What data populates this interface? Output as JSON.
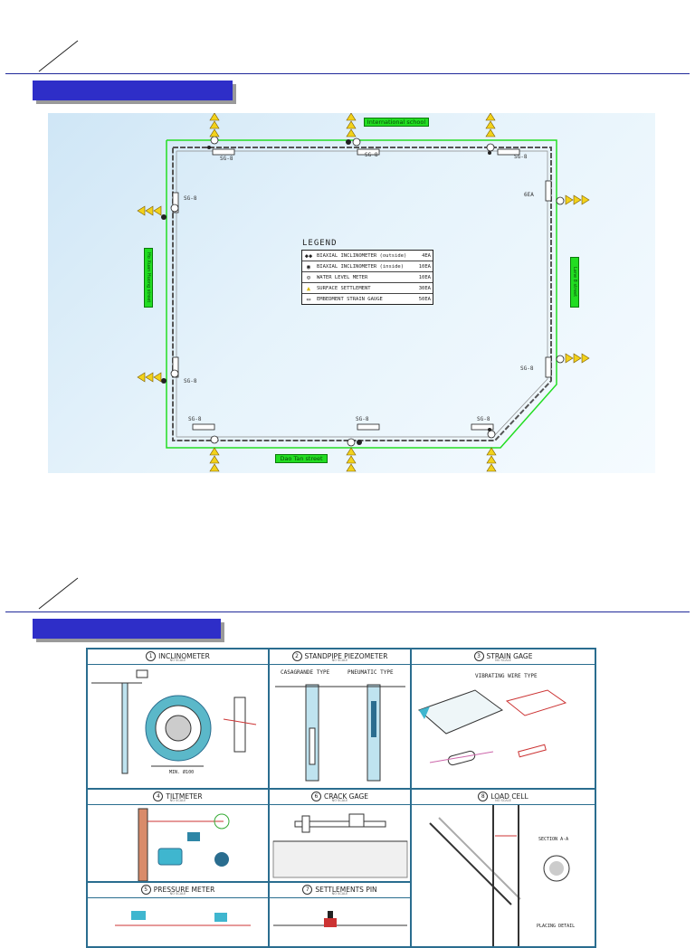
{
  "site_plan": {
    "streets": {
      "north": "International school",
      "south": "Dao Tan street",
      "west": "Ho Xuan Huong street",
      "east": "Lane 8 street"
    },
    "legend": {
      "title": "LEGEND",
      "items": [
        {
          "symbol_icon": "biaxial-inclinometer-icon",
          "name": "BIAXIAL INCLINOMETER (outside)",
          "count": "4EA"
        },
        {
          "symbol_icon": "biaxial-inclinometer-inside-icon",
          "name": "BIAXIAL INCLINOMETER (inside)",
          "count": "10EA"
        },
        {
          "symbol_icon": "water-level-meter-icon",
          "name": "WATER LEVEL METER",
          "count": "10EA"
        },
        {
          "symbol_icon": "surface-settlement-icon",
          "name": "SURFACE SETTLEMENT",
          "count": "30EA"
        },
        {
          "symbol_icon": "embedment-strain-gauge-icon",
          "name": "EMBEDMENT STRAIN GAUGE",
          "count": "50EA"
        }
      ]
    },
    "gauge_tag": "SG-8",
    "side_tag": "6EA"
  },
  "instruments": {
    "cells": [
      {
        "number": "1",
        "title": "INCLINOMETER",
        "sub": "NO SCALE"
      },
      {
        "number": "2",
        "title": "STANDPIPE PIEZOMETER",
        "sub": "NO SCALE"
      },
      {
        "number": "3",
        "title": "STRAIN GAGE",
        "sub": "NO SCALE"
      },
      {
        "number": "4",
        "title": "TILTMETER",
        "sub": "NO SCALE"
      },
      {
        "number": "6",
        "title": "CRACK GAGE",
        "sub": "NO SCALE"
      },
      {
        "number": "8",
        "title": "LOAD CELL",
        "sub": "NO SCALE"
      },
      {
        "number": "5",
        "title": "PRESSURE METER",
        "sub": "NO SCALE"
      },
      {
        "number": "7",
        "title": "SETTLEMENTS PIN",
        "sub": "NO SCALE"
      }
    ],
    "piezometer_types": [
      "CASAGRANDE TYPE",
      "PNEUMATIC TYPE"
    ],
    "strain_type": "VIBRATING WIRE TYPE",
    "load_cell_section": "SECTION A-A",
    "load_cell_detail": "PLACING DETAIL",
    "inclinometer_dim": "MIN. Ø100"
  },
  "colors": {
    "banner": "#2e2ec8",
    "rule": "#1f2a9a",
    "boundary": "#22dd22",
    "settlement": "#f2d21b",
    "grid": "#2a6d8f"
  }
}
